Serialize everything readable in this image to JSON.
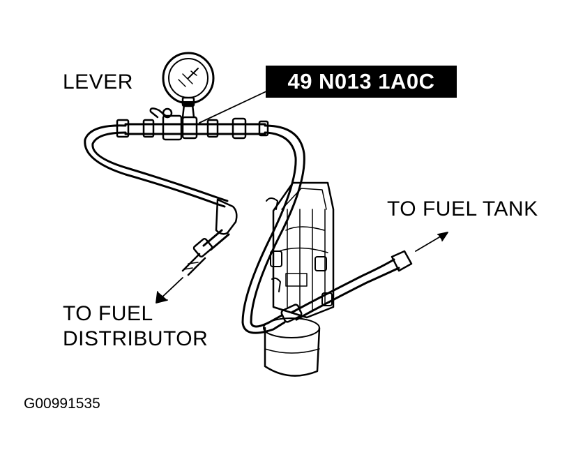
{
  "labels": {
    "lever": "LEVER",
    "tool_number": "49 N013 1A0C",
    "to_fuel_tank": "TO FUEL TANK",
    "to_fuel_distributor_line1": "TO FUEL",
    "to_fuel_distributor_line2": "DISTRIBUTOR",
    "figure_id": "G00991535"
  },
  "colors": {
    "ink": "#000000",
    "paper": "#ffffff",
    "label_box": "#000000",
    "label_box_text": "#ffffff"
  },
  "icons": {
    "gauge": "pressure-gauge-icon",
    "arrow": "flow-arrow-icon"
  }
}
